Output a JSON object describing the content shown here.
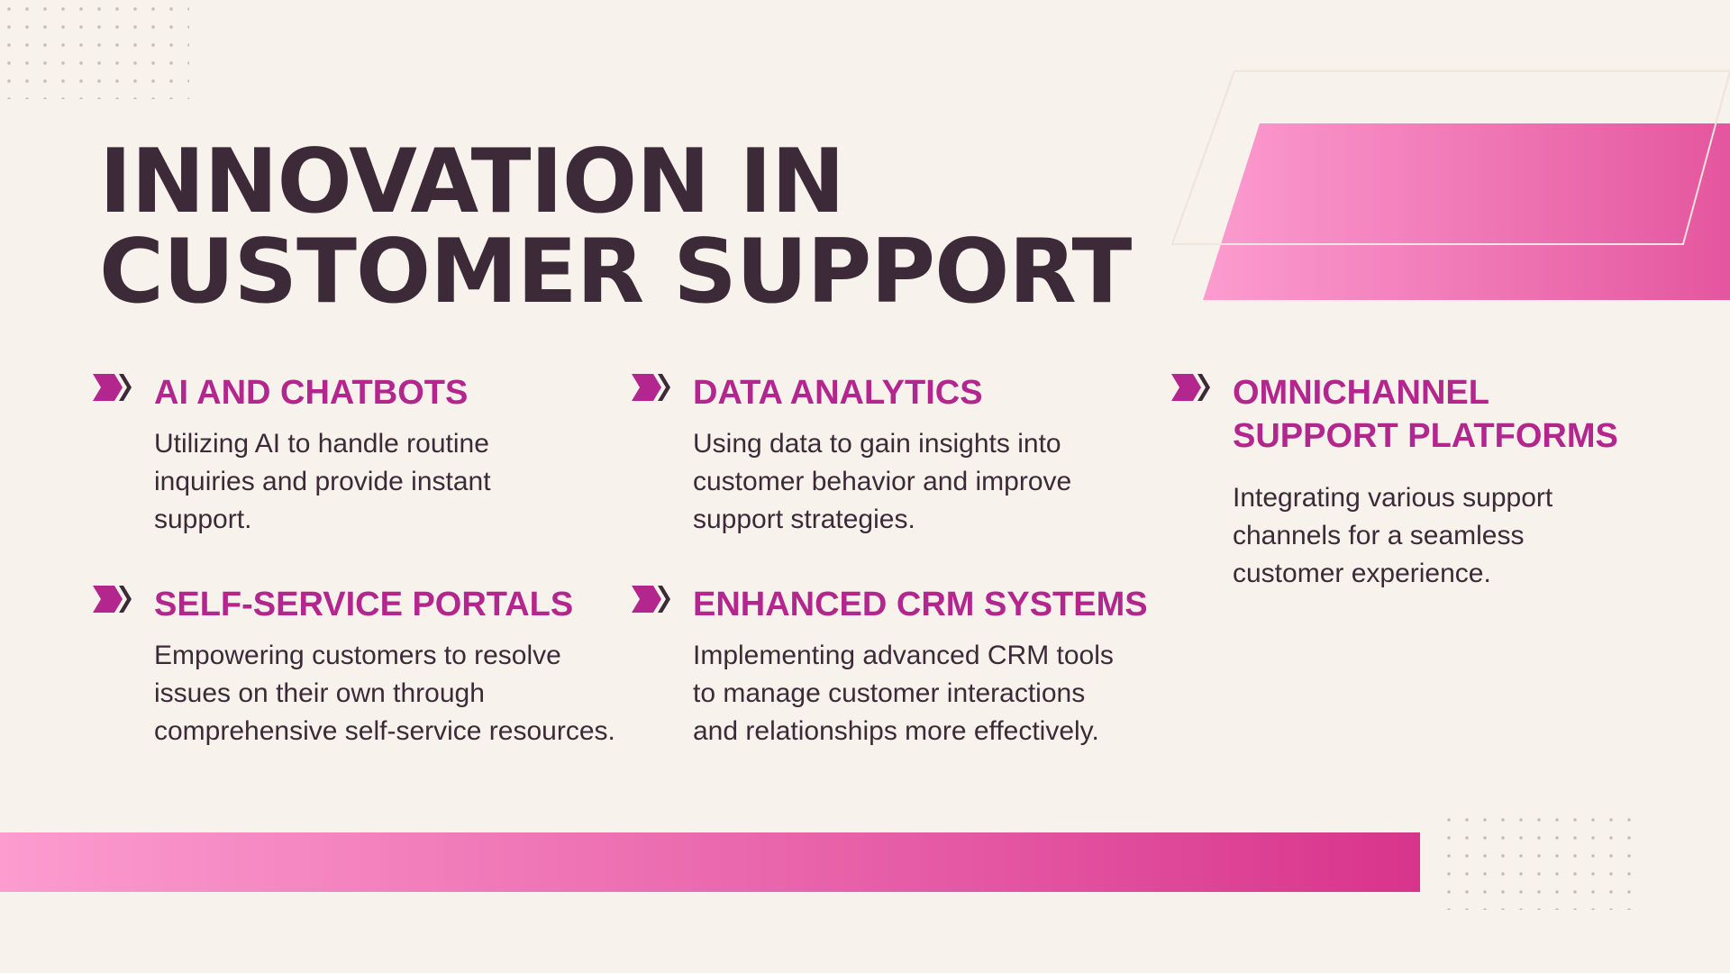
{
  "title": {
    "line1": "INNOVATION IN",
    "line2": "CUSTOMER SUPPORT"
  },
  "colors": {
    "background": "#f7f3ec",
    "title": "#3d2a38",
    "accent": "#b3268d",
    "pink_light": "#fc9ccf",
    "pink_dark": "#d8348b"
  },
  "items": [
    {
      "icon": "chevron-double-icon",
      "title": [
        "AI AND CHATBOTS"
      ],
      "description": [
        "Utilizing AI to handle routine",
        "inquiries and provide instant",
        "support."
      ]
    },
    {
      "icon": "chevron-double-icon",
      "title": [
        "SELF-SERVICE PORTALS"
      ],
      "description": [
        "Empowering customers to resolve",
        "issues on their own through",
        "comprehensive self-service resources."
      ]
    },
    {
      "icon": "chevron-double-icon",
      "title": [
        "DATA ANALYTICS"
      ],
      "description": [
        "Using data to gain insights into",
        "customer behavior and improve",
        "support strategies."
      ]
    },
    {
      "icon": "chevron-double-icon",
      "title": [
        "ENHANCED CRM SYSTEMS"
      ],
      "description": [
        "Implementing advanced CRM tools",
        "to manage customer interactions",
        "and relationships more effectively."
      ]
    },
    {
      "icon": "chevron-double-icon",
      "title": [
        "OMNICHANNEL",
        "SUPPORT PLATFORMS"
      ],
      "description": [
        "Integrating various support",
        "channels for a seamless",
        "customer experience."
      ]
    }
  ]
}
